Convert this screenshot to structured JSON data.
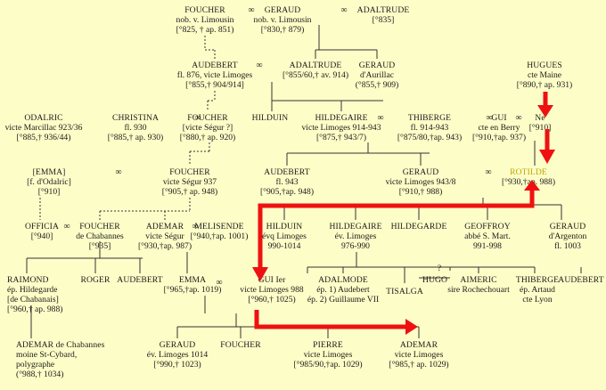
{
  "marriage_symbol": "∞",
  "people": {
    "foucher1": {
      "name": "FOUCHER",
      "lines": [
        "nob. v. Limousin",
        "[°825, † ap. 851)"
      ]
    },
    "geraud1": {
      "name": "GERAUD",
      "lines": [
        "nob. v. Limousin",
        "[°830,† 879)"
      ]
    },
    "adaltrude1": {
      "name": "ADALTRUDE",
      "lines": [
        "[°835]"
      ]
    },
    "audebert1": {
      "name": "AUDEBERT",
      "lines": [
        "fl. 876, victe Limoges",
        "[°855,† 904/914]"
      ]
    },
    "adaltrude2": {
      "name": "ADALTRUDE",
      "lines": [
        "[°855/60,† av. 914)"
      ]
    },
    "geraud_aur": {
      "name": "GERAUD",
      "lines": [
        "d'Aurillac",
        "(°855,† 909)"
      ]
    },
    "hugues": {
      "name": "HUGUES",
      "lines": [
        "cte Maine",
        "[°890,† ap. 931)"
      ]
    },
    "odalric": {
      "name": "ODALRIC",
      "lines": [
        "victe Marcillac 923/36",
        "[°885,† 936/44)"
      ]
    },
    "christina": {
      "name": "CHRISTINA",
      "lines": [
        "fl. 930",
        "[°885,† ap. 930)"
      ]
    },
    "foucher2": {
      "name": "FOUCHER",
      "lines": [
        "[victe Ségur ?]",
        "[°880,† ap. 920)"
      ]
    },
    "hilduin1": {
      "name": "HILDUIN",
      "lines": []
    },
    "hildegaire1": {
      "name": "HILDEGAIRE",
      "lines": [
        "victe Limoges 914-943",
        "[°875,† 943/7)"
      ]
    },
    "thiberge1": {
      "name": "THIBERGE",
      "lines": [
        "fl. 914-943",
        "[°875/80,†ap. 943)"
      ]
    },
    "gui_berry": {
      "name": "GUI",
      "lines": [
        "cte en Berry",
        "[°910,†ap. 937)"
      ]
    },
    "ne": {
      "name": "Ne",
      "lines": [
        "[°910]"
      ]
    },
    "emma1": {
      "name": "[EMMA]",
      "lines": [
        "[f. d'Odalric]",
        "[°910]"
      ]
    },
    "foucher3": {
      "name": "FOUCHER",
      "lines": [
        "victe Ségur 937",
        "[°905,† ap. 948)"
      ]
    },
    "audebert2": {
      "name": "AUDEBERT",
      "lines": [
        "fl. 943",
        "[°905,†ap. 948)"
      ]
    },
    "geraud2": {
      "name": "GERAUD",
      "lines": [
        "victe Limoges 943/8",
        "[°910,† 988)"
      ]
    },
    "rotilde": {
      "name": "ROTILDE",
      "lines": [
        "[°930,†ap. 988)"
      ]
    },
    "officia": {
      "name": "OFFICIA",
      "lines": [
        "[°940]"
      ]
    },
    "foucher_ch": {
      "name": "FOUCHER",
      "lines": [
        "de Chabannes",
        "[°935]"
      ]
    },
    "ademar1": {
      "name": "ADEMAR",
      "lines": [
        "victe Ségur",
        "[°930,†ap. 987)"
      ]
    },
    "melisende": {
      "name": "MELISENDE",
      "lines": [
        "[°940,†ap. 1001)"
      ]
    },
    "hilduin2": {
      "name": "HILDUIN",
      "lines": [
        "évq Limoges",
        "990-1014"
      ]
    },
    "hildegaire2": {
      "name": "HILDEGAIRE",
      "lines": [
        "év. Limoges",
        "976-990"
      ]
    },
    "hildegarde": {
      "name": "HILDEGARDE",
      "lines": []
    },
    "geoffroy": {
      "name": "GEOFFROY",
      "lines": [
        "abbé S. Mart.",
        "991-998"
      ]
    },
    "geraud_arg": {
      "name": "GERAUD",
      "lines": [
        "d'Argenton",
        "fl. 1003"
      ]
    },
    "raimond": {
      "name": "RAIMOND",
      "lines": [
        "ép. Hildegarde",
        "[de Chabanais]",
        "[°960,† ap. 988)"
      ]
    },
    "roger": {
      "name": "ROGER",
      "lines": []
    },
    "audebert3": {
      "name": "AUDEBERT",
      "lines": []
    },
    "emma2": {
      "name": "EMMA",
      "lines": [
        "[°965,†ap. 1019)"
      ]
    },
    "gui1": {
      "name": "GUI Ier",
      "lines": [
        "victe Limoges 988",
        "[°960,† 1025)"
      ]
    },
    "adalmode": {
      "name": "ADALMODE",
      "lines": [
        "ép. 1) Audebert",
        "ép. 2) Guillaume VII"
      ]
    },
    "tisalga": {
      "name": "TISALGA",
      "lines": []
    },
    "hugo": {
      "name": "HUGO",
      "lines": []
    },
    "aimeric": {
      "name": "AIMERIC",
      "lines": [
        "sire Rochechouart"
      ]
    },
    "question": {
      "name": "?",
      "lines": []
    },
    "thiberge2": {
      "name": "THIBERGE",
      "lines": [
        "ép. Artaud",
        "cte Lyon"
      ]
    },
    "audebert4": {
      "name": "AUDEBERT",
      "lines": []
    },
    "ademar_ch": {
      "name": "ADEMAR de Chabannes",
      "lines": [
        "moine St-Cybard,",
        "polygraphe",
        "(°988,† 1034)"
      ]
    },
    "geraud3": {
      "name": "GERAUD",
      "lines": [
        "év. Limoges 1014",
        "[°990,† 1023)"
      ]
    },
    "foucher4": {
      "name": "FOUCHER",
      "lines": []
    },
    "pierre": {
      "name": "PIERRE",
      "lines": [
        "victe Limoges",
        "[°985/90,†ap. 1029)"
      ]
    },
    "ademar2": {
      "name": "ADEMAR",
      "lines": [
        "victe Limoges",
        "[°985,† ap. 1029)"
      ]
    }
  },
  "colors": {
    "background": "#fdfdc8",
    "line": "#333333",
    "arrow": "#ee1111",
    "highlight": "#b9a800"
  }
}
